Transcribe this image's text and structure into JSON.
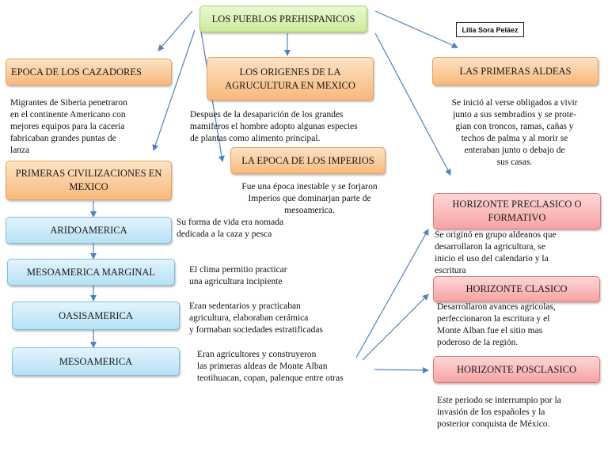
{
  "author": "Lilia Sora Peláez",
  "nodes": {
    "root": "LOS PUEBLOS  PREHISPANICOS",
    "cazadores": "EPOCA DE LOS CAZADORES",
    "origenes": "LOS ORIGENES DE LA AGRUCULTURA EN MEXICO",
    "aldeas": "LAS PRIMERAS ALDEAS",
    "civilizaciones": "PRIMERAS CIVILIZACIONES EN MEXICO",
    "imperios": "LA EPOCA DE LOS IMPERIOS",
    "aridoamerica": "ARIDOAMERICA",
    "meso_marginal": "MESOAMERICA MARGINAL",
    "oasisamerica": "OASISAMERICA",
    "mesoamerica": "MESOAMERICA",
    "preclasico": "HORIZONTE PRECLASICO O FORMATIVO",
    "clasico": "HORIZONTE CLASICO",
    "posclasico": "HORIZONTE POSCLASICO"
  },
  "texts": {
    "cazadores": "Migrantes de Siberia penetraron\nen el continente Americano con\nmejores equipos para la caceria\nfabricaban grandes puntas de\nlanza",
    "origenes": "Despues de la desaparición de los grandes\nmamiferos el hombre adopto algunas especies\nde plantas como alimento principal.",
    "aldeas": "Se inició al verse obligados a vivir\njunto a sus sembradios y se prote-\ngian con troncos, ramas, cañas y\ntechos de palma y al morir se\nenteraban junto o debajo de\nsus casas.",
    "imperios": "Fue una época inestable y se forjaron\nImperios que dominarjan parte de\nmesoamerica.",
    "aridoamerica": "Su forma de vida era nomada\ndedicada a la caza y pesca",
    "meso_marginal": "El clima permitio practicar\nuna agricultura incipiente",
    "oasisamerica": "Eran sedentarios y practicaban\nagricultura, elaboraban  cerámica\ny formaban sociedades estratificadas",
    "mesoamerica": "Eran agricultores y construyeron\nlas primeras aldeas de Monte Alban\nteotihuacan, copan, palenque entre otras",
    "preclasico": "Se originó en grupo aldeanos que\ndesarrollaron la agricultura, se\ninicio el uso del calendario y la\nescritura",
    "clasico": "Desarrollaron avances agricolas,\nperfeccionaron la escritura y el\nMonte Alban fue el sitio mas\npoderoso de la región.",
    "posclasico": "Este periodo se interrumpio por la\ninvasión de los españoles y la\nposterior conquista de México."
  },
  "colors": {
    "arrow": "#4f81bd",
    "green": "#cdeb9a",
    "orange": "#f8b97c",
    "blue": "#b6e1f5",
    "red": "#f7a2a2"
  }
}
